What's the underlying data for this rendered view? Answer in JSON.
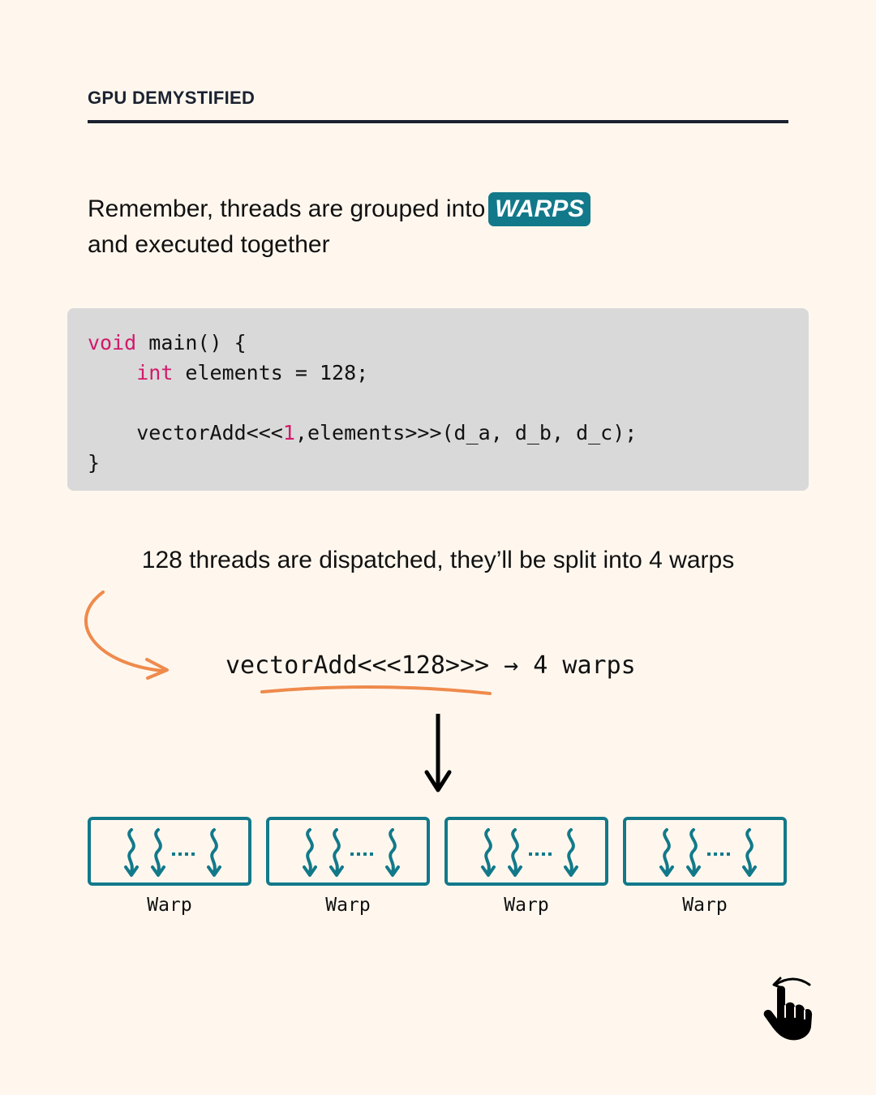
{
  "header": {
    "title": "GPU DEMYSTIFIED"
  },
  "intro": {
    "text_before": "Remember, threads are grouped into",
    "badge": "WARPS",
    "text_after": "and executed together"
  },
  "code": {
    "line1_keyword": "void",
    "line1_rest": " main() {",
    "line2_indent": "    ",
    "line2_keyword": "int",
    "line2_rest": " elements = 128;",
    "line4_before": "    vectorAdd<<<",
    "line4_highlight": "1",
    "line4_after": ",elements>>>(d_a, d_b, d_c);",
    "line5": "}"
  },
  "caption": "128 threads are dispatched, they’ll be split into 4 warps",
  "launch": {
    "expression": "vectorAdd<<<128>>>",
    "arrow": " → ",
    "result": "4 warps"
  },
  "warps": [
    {
      "label": "Warp"
    },
    {
      "label": "Warp"
    },
    {
      "label": "Warp"
    },
    {
      "label": "Warp"
    }
  ],
  "colors": {
    "background": "#fff7ee",
    "accent_teal": "#12798a",
    "keyword_pink": "#d11a6b",
    "code_bg": "#d9d9d9",
    "orange_annotation": "#ef8a4c",
    "header_navy": "#1b2230"
  },
  "icons": {
    "swipe": "swipe-hand-icon",
    "thread": "wavy-thread-arrow-icon"
  }
}
